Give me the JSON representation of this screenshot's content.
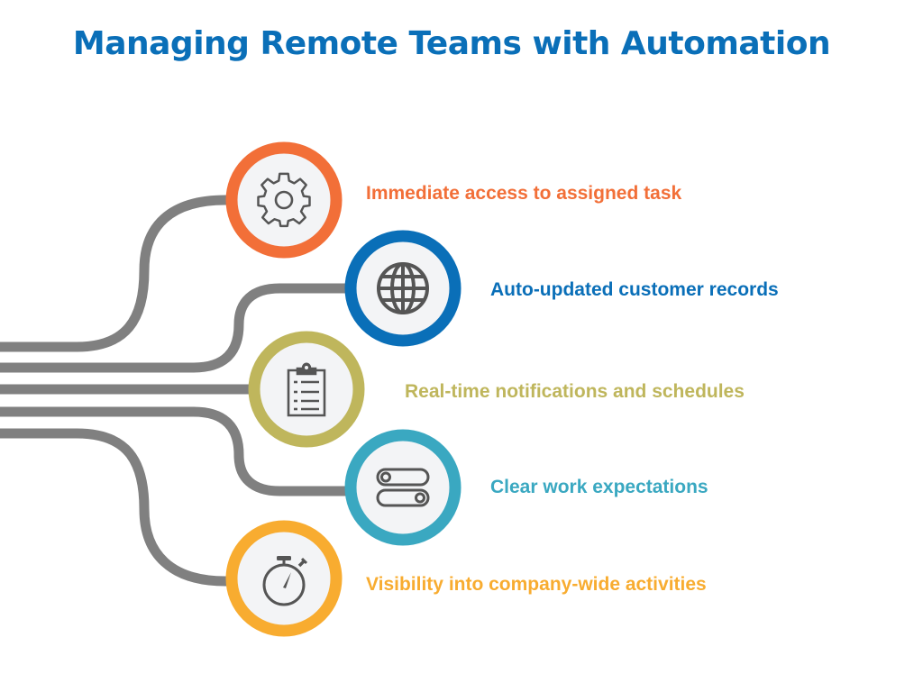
{
  "title": "Managing Remote Teams with Automation",
  "colors": {
    "title": "#0a6fb8",
    "connector": "#808080",
    "circle_fill": "#f3f4f6",
    "icon": "#555555"
  },
  "items": [
    {
      "label": "Immediate access to assigned task",
      "icon": "gear-icon",
      "color": "#f26f38"
    },
    {
      "label": "Auto-updated customer records",
      "icon": "globe-icon",
      "color": "#0a6fb8"
    },
    {
      "label": "Real-time notifications and schedules",
      "icon": "clipboard-icon",
      "color": "#bfb65c"
    },
    {
      "label": "Clear work expectations",
      "icon": "toggle-switches-icon",
      "color": "#3aa8c1"
    },
    {
      "label": "Visibility into company-wide activities",
      "icon": "stopwatch-icon",
      "color": "#f8ac30"
    }
  ]
}
